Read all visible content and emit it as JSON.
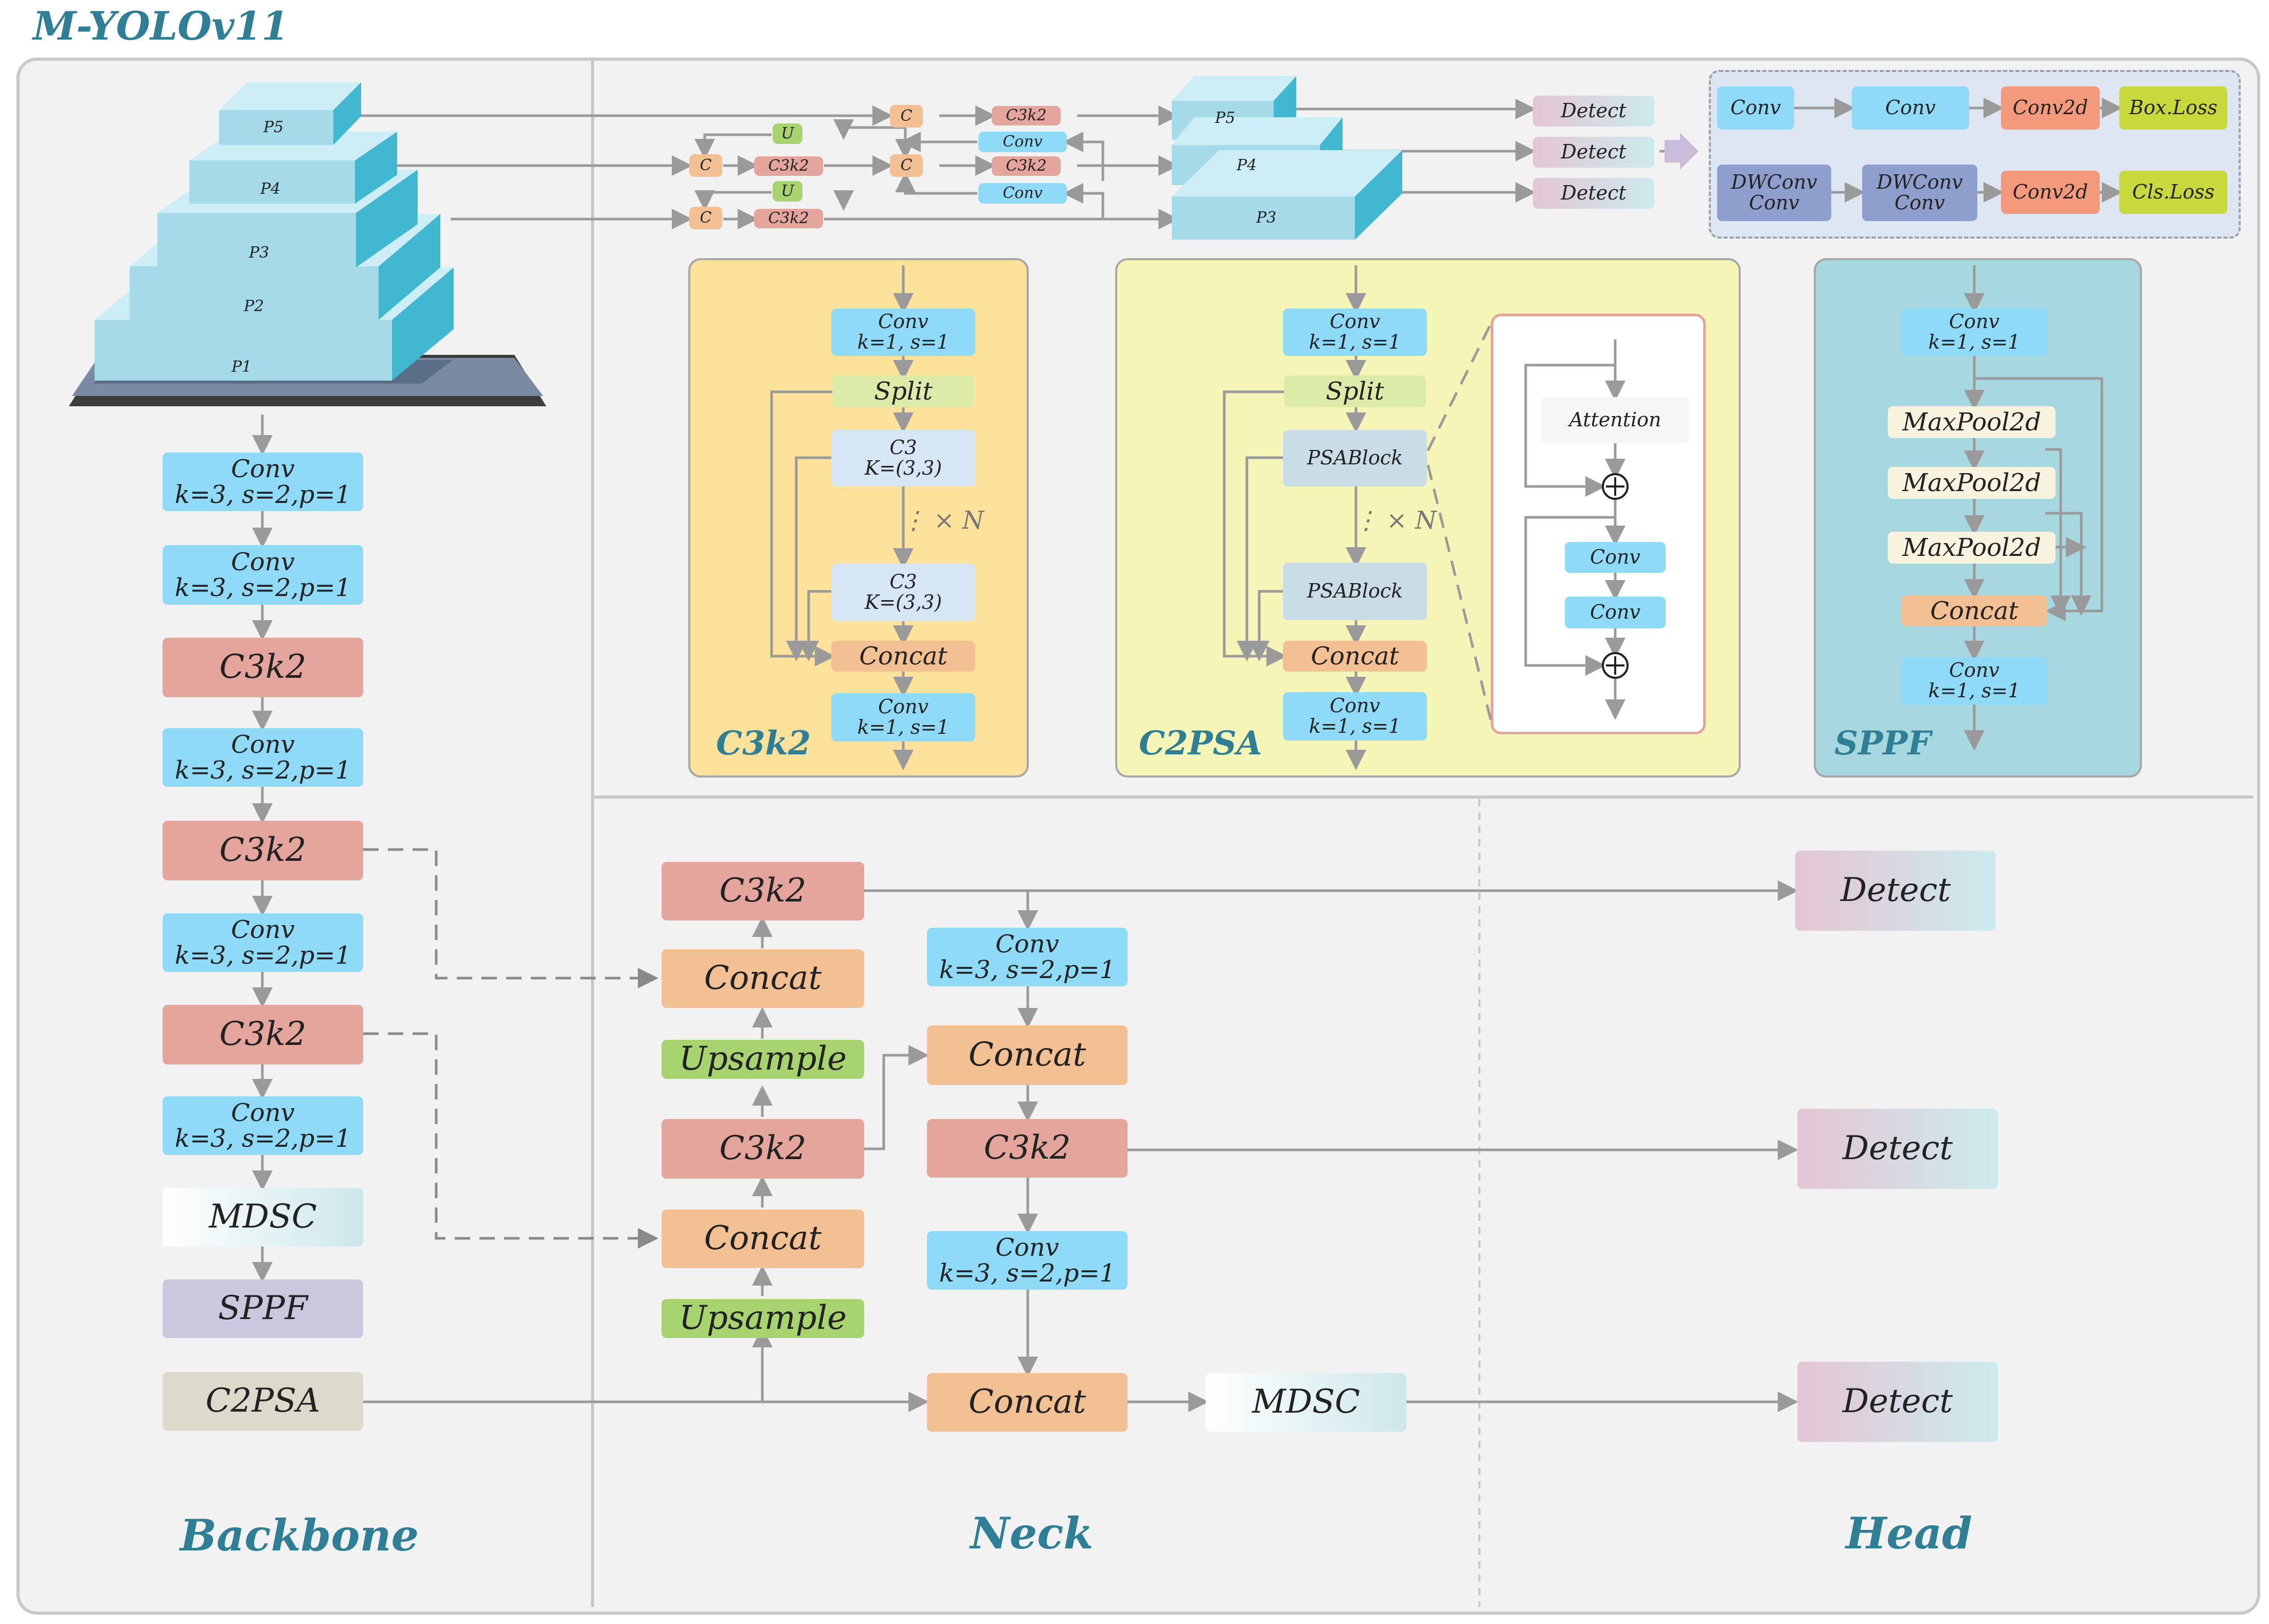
{
  "title": "M-YOLOv11",
  "sections": {
    "backbone": "Backbone",
    "neck": "Neck",
    "head": "Head"
  },
  "pyramid": [
    "P1",
    "P2",
    "P3",
    "P4",
    "P5"
  ],
  "backbone": {
    "conv1": "Conv\nk=3, s=2,p=1",
    "conv2": "Conv\nk=3, s=2,p=1",
    "c3k2_1": "C3k2",
    "conv3": "Conv\nk=3, s=2,p=1",
    "c3k2_2": "C3k2",
    "conv4": "Conv\nk=3, s=2,p=1",
    "c3k2_3": "C3k2",
    "conv5": "Conv\nk=3, s=2,p=1",
    "mdsc": "MDSC",
    "sppf": "SPPF",
    "c2psa": "C2PSA"
  },
  "neck": {
    "c3k2_top": "C3k2",
    "concat_a": "Concat",
    "upsample_a": "Upsample",
    "c3k2_mid": "C3k2",
    "concat_b": "Concat",
    "upsample_b": "Upsample",
    "conv_r1": "Conv\nk=3, s=2,p=1",
    "concat_r1": "Concat",
    "c3k2_r": "C3k2",
    "conv_r2": "Conv\nk=3, s=2,p=1",
    "concat_bottom": "Concat",
    "mdsc": "MDSC"
  },
  "head": {
    "detect1": "Detect",
    "detect2": "Detect",
    "detect3": "Detect"
  },
  "mini": {
    "C": "C",
    "U": "U",
    "C3k2": "C3k2",
    "Conv": "Conv",
    "P5": "P5",
    "P4": "P4",
    "P3": "P3",
    "detect": [
      "Detect",
      "Detect",
      "Detect"
    ]
  },
  "head_detail": {
    "row1": [
      "Conv",
      "Conv",
      "Conv2d",
      "Box.Loss"
    ],
    "row2": [
      "DWConv\nConv",
      "DWConv\nConv",
      "Conv2d",
      "Cls.Loss"
    ]
  },
  "c3k2_block": {
    "label": "C3k2",
    "conv_top": "Conv\nk=1, s=1",
    "split": "Split",
    "c3a": "C3\nK=(3,3)",
    "repeat": "× N",
    "c3b": "C3\nK=(3,3)",
    "concat": "Concat",
    "conv_bot": "Conv\nk=1, s=1"
  },
  "c2psa_block": {
    "label": "C2PSA",
    "conv_top": "Conv\nk=1, s=1",
    "split": "Split",
    "psa1": "PSABlock",
    "repeat": "× N",
    "psa2": "PSABlock",
    "concat": "Concat",
    "conv_bot": "Conv\nk=1, s=1",
    "attention": "Attention",
    "conv_a": "Conv",
    "conv_b": "Conv"
  },
  "sppf_block": {
    "label": "SPPF",
    "conv_top": "Conv\nk=1, s=1",
    "mp1": "MaxPool2d",
    "mp2": "MaxPool2d",
    "mp3": "MaxPool2d",
    "concat": "Concat",
    "conv_bot": "Conv\nk=1, s=1"
  },
  "colors": {
    "conv": "#8fdbf7",
    "c3k2": "#e4a59c",
    "concat": "#f3c094",
    "upsample": "#a7d46e",
    "label": "#2e7f95",
    "c3k2_panel": "#fbe199",
    "c2psa_panel": "#f5f5b8",
    "sppf_panel": "#a7d8e0"
  }
}
